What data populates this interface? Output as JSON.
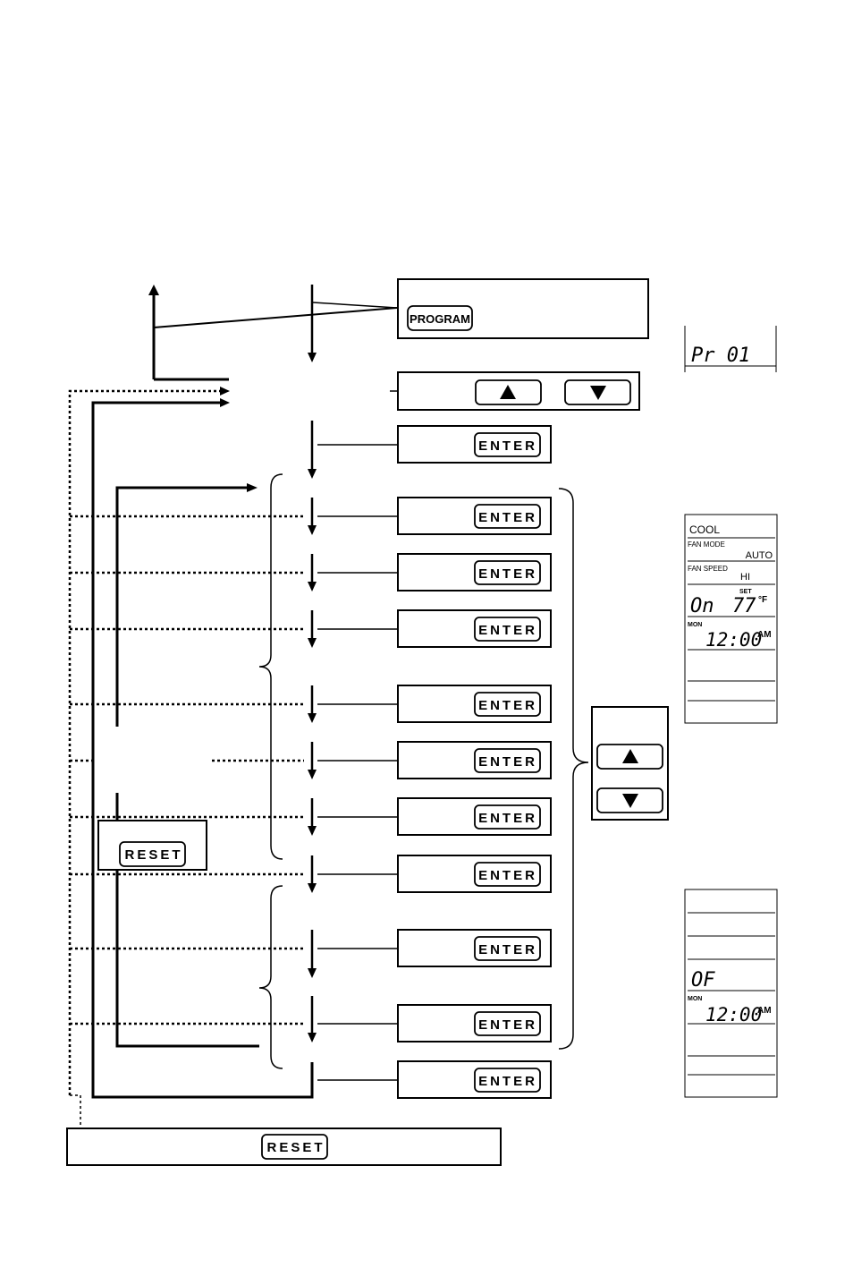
{
  "keys": {
    "program": "PROGRAM",
    "enter": "ENTER",
    "reset": "RESET",
    "up_icon": "up-triangle",
    "down_icon": "down-triangle"
  },
  "lcd_program": {
    "text": "Pr 01"
  },
  "lcd_status": {
    "mode": "COOL",
    "fan_mode_label": "FAN MODE",
    "fan_mode_value": "AUTO",
    "fan_speed_label": "FAN SPEED",
    "fan_speed_value": "HI",
    "set_label": "SET",
    "state": "On",
    "temperature": "77",
    "unit": "°F",
    "day": "MON",
    "time": "12:00",
    "ampm": "AM"
  },
  "lcd_off": {
    "state": "OF",
    "day": "MON",
    "time": "12:00",
    "ampm": "AM"
  }
}
